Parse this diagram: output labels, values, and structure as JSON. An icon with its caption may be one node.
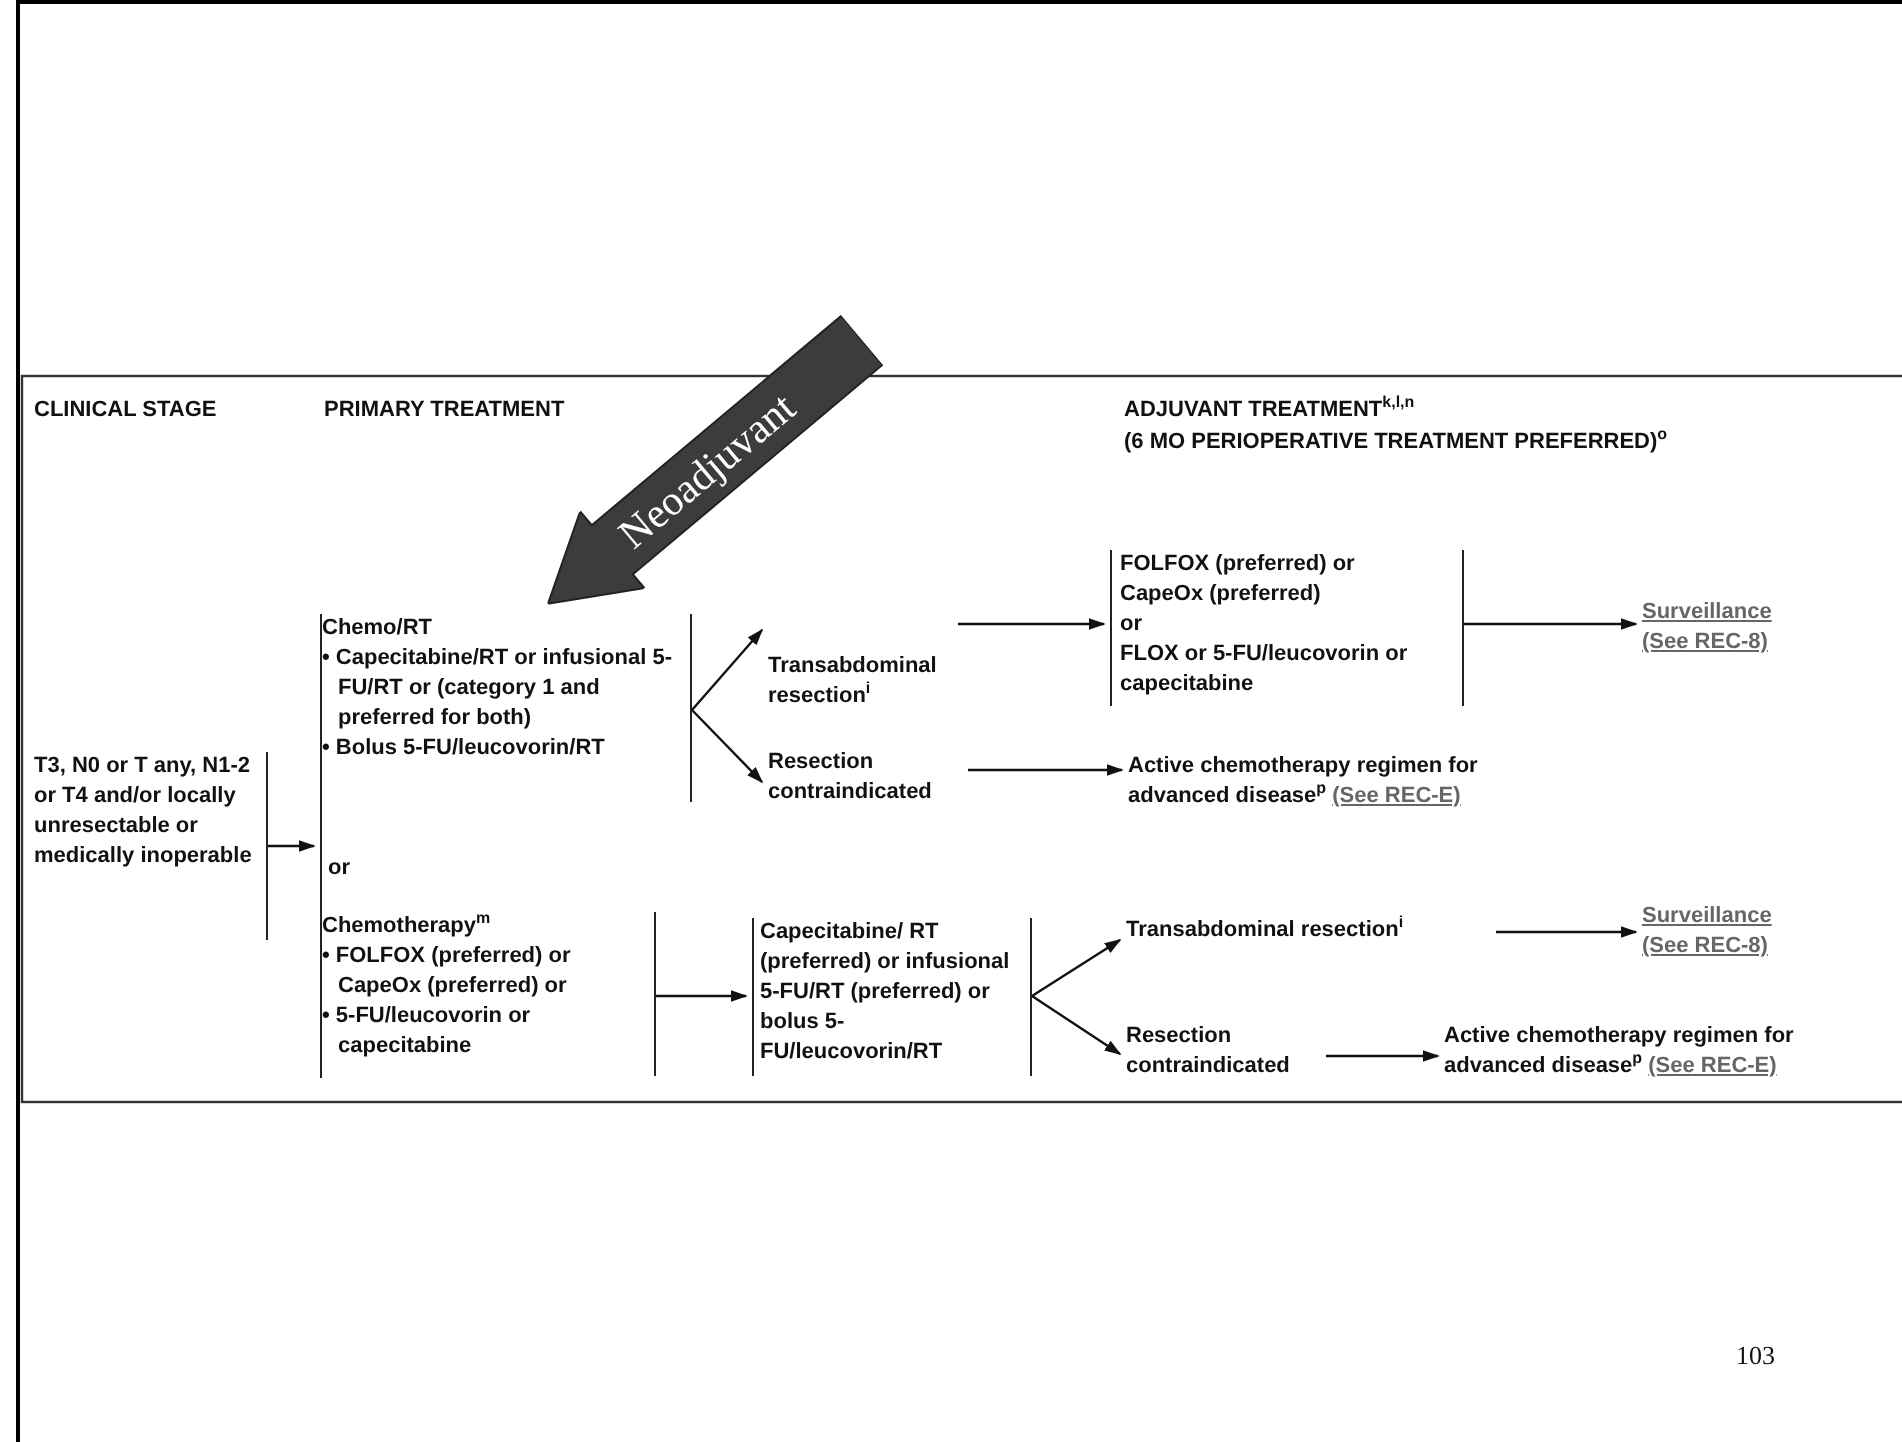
{
  "diagram": {
    "nodes": [
      {
        "text": [
          "T3, N0 or T any, N1-2 or T4 and/or locally unresectable or medically inoperable"
        ]
      },
      {
        "text": [
          "or"
        ]
      },
      {
        "text": [
          "Chemo/RT",
          "• Capecitabine/RT or infusional 5-FU/RT or (category 1 and preferred for both)",
          "• Bolus 5-FU/leucovorin/RT"
        ],
        "in": 1
      },
      {
        "text": [
          "Chemotherapy$^{m}$",
          "• FOLFOX (preferred) or CapeOx (preferred) or",
          "• 5-FU/leucovorin or capecitabine"
        ],
        "in": 1
      },
      {
        "text": [
          "Transabdominal resection$^{i}$"
        ]
      },
      {
        "text": [
          "Resection contraindicated"
        ]
      },
      {
        "text": [
          "FOLFOX (preferred) or CapeOx (preferred)",
          "or",
          "FLOX or 5-FU/leucovorin or capecitabine"
        ]
      },
      {
        "text": [
          "Surveillance (See REC-8)"
        ]
      },
      {
        "text": [
          "Active chemotherapy regimen for advanced disease$^{p}$",
          "(See REC-E)"
        ]
      },
      {
        "text": [
          "Capecitabine/ RT (preferred) or infusional 5-FU/RT (preferred) or bolus 5-FU/leucovorin/RT"
        ]
      },
      {
        "text": [
          "Transabdominal resection$^{i}$"
        ]
      },
      {
        "text": [
          "Resection contraindicated"
        ]
      },
      {
        "text": [
          "Surveillance (See REC-8)"
        ]
      },
      {
        "text": [
          "Active chemotherapy regimen for advanced disease$^{p}$",
          "(See REC-E)"
        ]
      },
      {
        "text": [
          "Neoadjuvant"
        ]
      }
    ],
    "edges": [
      {
        "from": 0,
        "to": 1,
        "arrow": "to"
      },
      {
        "from": 2,
        "to": 4,
        "arrow": "to"
      },
      {
        "from": 2,
        "to": 5,
        "arrow": "to"
      },
      {
        "from": 4,
        "to": 6,
        "arrow": "to"
      },
      {
        "from": 6,
        "to": 7,
        "arrow": "to"
      },
      {
        "from": 5,
        "to": 8,
        "arrow": "to"
      },
      {
        "from": 3,
        "to": 9,
        "arrow": "to"
      },
      {
        "from": 9,
        "to": 10,
        "arrow": "to"
      },
      {
        "from": 9,
        "to": 11,
        "arrow": "to"
      },
      {
        "from": 10,
        "to": 12,
        "arrow": "to"
      },
      {
        "from": 11,
        "to": 13,
        "arrow": "to"
      }
    ],
    "labels": [
      "CLINICAL STAGE",
      "PRIMARY TREATMENT",
      "ADJUVANT TREATMENT$^{k,l,n}$",
      "(6 MO PERIOPERATIVE TREATMENT PREFERRED)$^{o}$",
      "103"
    ]
  }
}
